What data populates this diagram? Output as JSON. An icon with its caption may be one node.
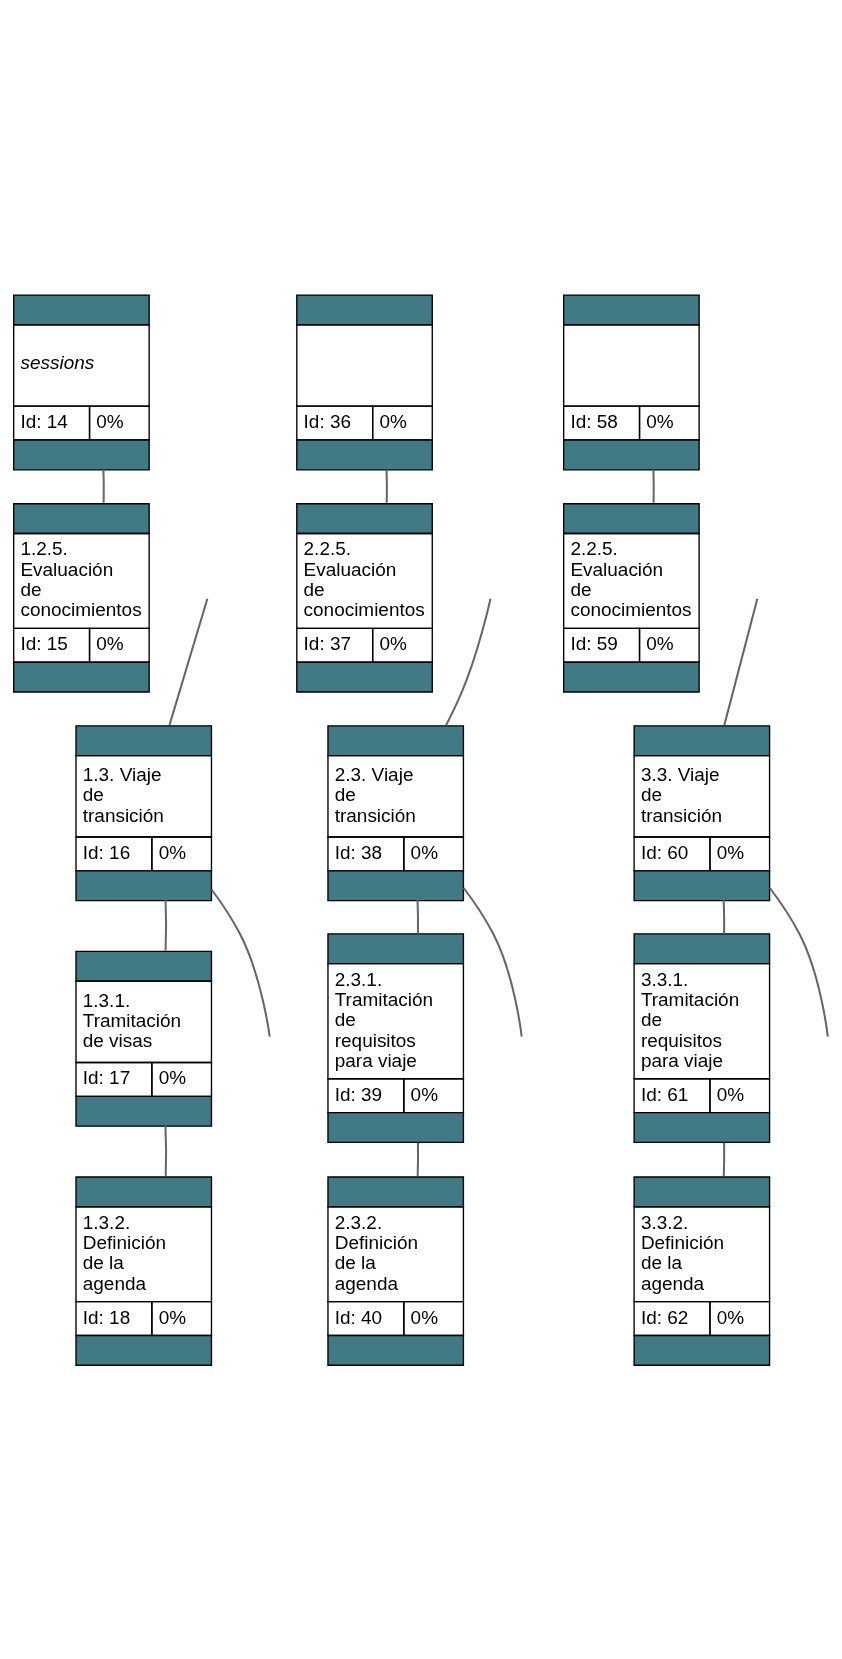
{
  "diagram": {
    "nodes": [
      {
        "text": [
          "sessions",
          "Id: 14",
          "0%"
        ]
      },
      {
        "text": [
          "1.2.5. Evaluación de conocimientos",
          "Id: 15",
          "0%"
        ]
      },
      {
        "text": [
          "1.3. Viaje de transición",
          "Id: 16",
          "0%"
        ]
      },
      {
        "text": [
          "1.3.1. Tramitación de visas",
          "Id: 17",
          "0%"
        ]
      },
      {
        "text": [
          "1.3.2. Definición de la agenda",
          "Id: 18",
          "0%"
        ]
      },
      {
        "text": [
          "Id: 36",
          "0%"
        ]
      },
      {
        "text": [
          "2.2.5. Evaluación de conocimientos",
          "Id: 37",
          "0%"
        ]
      },
      {
        "text": [
          "2.3. Viaje de transición",
          "Id: 38",
          "0%"
        ]
      },
      {
        "text": [
          "2.3.1. Tramitación de requisitos para viaje",
          "Id: 39",
          "0%"
        ]
      },
      {
        "text": [
          "2.3.2. Definición de la agenda",
          "Id: 40",
          "0%"
        ]
      },
      {
        "text": [
          "Id: 58",
          "0%"
        ]
      },
      {
        "text": [
          "2.2.5. Evaluación de conocimientos",
          "Id: 59",
          "0%"
        ]
      },
      {
        "text": [
          "3.3. Viaje de transición",
          "Id: 60",
          "0%"
        ]
      },
      {
        "text": [
          "3.3.1. Tramitación de requisitos para viaje",
          "Id: 61",
          "0%"
        ]
      },
      {
        "text": [
          "3.3.2. Definición de la agenda",
          "Id: 62",
          "0%"
        ]
      }
    ],
    "edges": [
      {
        "from": 0,
        "to": 1,
        "arrow": "none"
      },
      {
        "from": null,
        "to": 2,
        "arrow": "none"
      },
      {
        "from": 2,
        "to": null,
        "arrow": "none"
      },
      {
        "from": 2,
        "to": 3,
        "arrow": "none"
      },
      {
        "from": 3,
        "to": 4,
        "arrow": "none"
      },
      {
        "from": 5,
        "to": 6,
        "arrow": "none"
      },
      {
        "from": null,
        "to": 7,
        "arrow": "none"
      },
      {
        "from": 7,
        "to": null,
        "arrow": "none"
      },
      {
        "from": 7,
        "to": 8,
        "arrow": "none"
      },
      {
        "from": 8,
        "to": 9,
        "arrow": "none"
      },
      {
        "from": 10,
        "to": 11,
        "arrow": "none"
      },
      {
        "from": null,
        "to": 12,
        "arrow": "none"
      },
      {
        "from": 12,
        "to": null,
        "arrow": "none"
      },
      {
        "from": 12,
        "to": 13,
        "arrow": "none"
      },
      {
        "from": 13,
        "to": 14,
        "arrow": "none"
      }
    ]
  }
}
